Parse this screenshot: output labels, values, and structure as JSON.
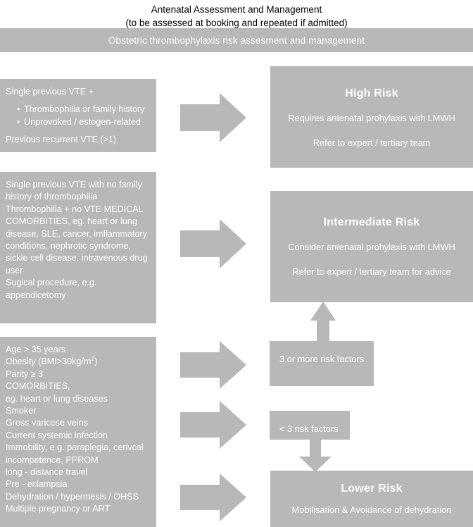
{
  "title": {
    "line1": "Antenatal Assessment and Management",
    "line2": "(to be assessed at booking and repeated if admitted)"
  },
  "header_band": {
    "label": "Obstetric thrombophylaxis risk assesment and management"
  },
  "colors": {
    "panel_grey": "#b8b8b8",
    "panel_text": "#ffffff",
    "page_background": "#ffffff",
    "title_text": "#000000"
  },
  "left_column": {
    "high_risk_criteria": {
      "lead": "Single previous VTE +",
      "bullets": [
        "Thrombophilia or family history",
        "Unprovoked / estogen-related"
      ],
      "trailing": "Previous recurrent VTE (>1)"
    },
    "intermediate_risk_criteria": {
      "lines": [
        "Single previous VTE with no family history of thrombophilia",
        "Thrombophilia + no VTE MEDICAL COMORBITIES, eg. heart or lung disease, SLE, cancer, imflammatory conditions, nephrotic syndrome, sickle cell disease, intravenous drug user",
        "Sugical procedure, e.g. appendicetomy"
      ]
    },
    "risk_factors": {
      "items": [
        "Age > 35 years",
        "Obesity (BMI>30kg/m2)",
        "Parity ≥ 3",
        "COMORBITIES,",
        "eg. heart or lung diseases",
        "Smoker",
        "Gross varicose veins",
        "Current systemic infection",
        "Immobility, e.g. paraplegia, cerivcal",
        "incompetence, PPROM",
        "long - distance travel",
        "Pre - eclampsia",
        "Dehydration / hypermesis / OHSS",
        "Multiple pregnancy or ART"
      ],
      "obesity_prefix": "Obesity (BMI>30kg/m",
      "obesity_superscript": "2",
      "obesity_suffix": ")"
    }
  },
  "right_column": {
    "high_risk": {
      "title": "High Risk",
      "line1": "Requires antenatal prohylaxis with LMWH",
      "line2": "Refer to expert / tertiary team"
    },
    "intermediate_risk": {
      "title": "Intermediate Risk",
      "line1": "Consider antenatal prohylaxis with LMWH",
      "line2": "Refer to expert / tertiary team for advice"
    },
    "lower_risk": {
      "title": "Lower Risk",
      "line1": "Mobilisation  & Avoidance of dehydration"
    }
  },
  "decisions": {
    "three_or_more": "3 or more risk factors",
    "less_than_three": "< 3 risk factors"
  },
  "connectors": [
    {
      "name": "arrow-high-vte-to-high-risk",
      "direction": "right"
    },
    {
      "name": "arrow-medical-to-intermediate-risk",
      "direction": "right"
    },
    {
      "name": "arrow-risk-factors-to-three-or-more",
      "direction": "right"
    },
    {
      "name": "arrow-risk-factors-to-less-than-three",
      "direction": "right"
    },
    {
      "name": "arrow-risk-factors-to-lower-risk",
      "direction": "right"
    },
    {
      "name": "arrow-three-or-more-to-intermediate-risk",
      "direction": "up"
    },
    {
      "name": "arrow-less-than-three-to-lower-risk",
      "direction": "down"
    }
  ]
}
